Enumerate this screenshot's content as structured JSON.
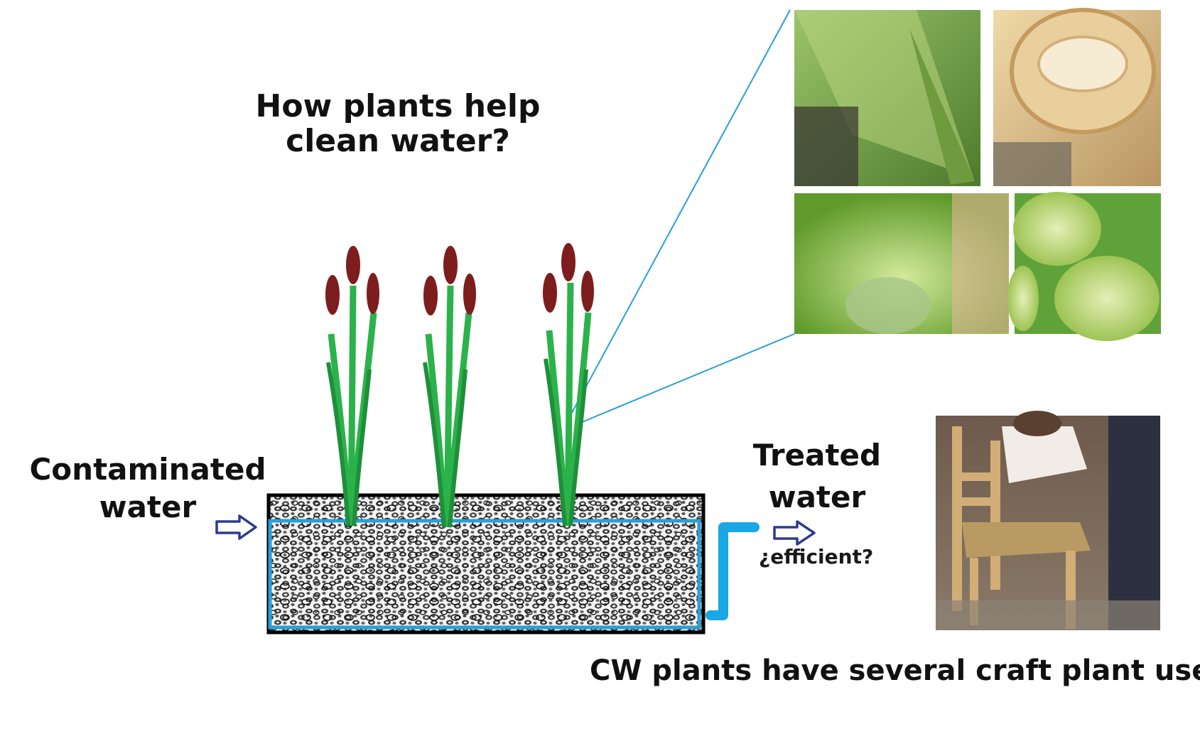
{
  "diagram": {
    "title_line1": "How plants help",
    "title_line2": "clean water?",
    "inlet_label_line1": "Contaminated",
    "inlet_label_line2": "water",
    "outlet_label_line1": "Treated",
    "outlet_label_line2": "water",
    "outlet_question": "¿efficient?",
    "bottom_question": "CW plants have several craft plant uses?"
  },
  "colors": {
    "stem": "#2bb24a",
    "stem_dark": "#1f8f3a",
    "cattail_head": "#7e1d1d",
    "water_outline": "#2a9fd6",
    "outlet_pipe": "#1aa7e6",
    "arrow": "#2e3a8c",
    "callout_line": "#2a9fd6",
    "tank_border": "#000000",
    "gravel": "#555555"
  },
  "icons": {
    "arrow_in": "arrow-right-icon",
    "arrow_out": "arrow-right-icon"
  }
}
